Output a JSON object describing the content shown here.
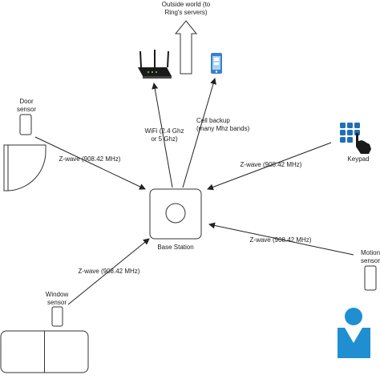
{
  "diagram": {
    "top_label_line1": "Outside world (to",
    "top_label_line2": "Ring's servers)",
    "door_label_line1": "Door",
    "door_label_line2": "sensor",
    "window_label_line1": "Window",
    "window_label_line2": "sensor",
    "keypad_label": "Keypad",
    "motion_label_line1": "Motion",
    "motion_label_line2": "sensor",
    "base_label": "Base Station",
    "wifi_label_line1": "WiFi (2.4 Ghz",
    "wifi_label_line2": "or 5 Ghz)",
    "cell_label_line1": "Cell backup",
    "cell_label_line2": "(many Mhz bands)",
    "zwave_door": "Z-wave (908.42 MHz)",
    "zwave_keypad": "Z-wave (908.42 MHz)",
    "zwave_motion": "Z-wave (908.42 MHz)",
    "zwave_window": "Z-wave (908.42 MHz)",
    "icons": [
      "wifi-router-icon",
      "cell-phone-icon",
      "upload-arrow-icon",
      "door-icon",
      "keypad-icon",
      "window-icon",
      "person-icon",
      "base-station-icon"
    ]
  }
}
